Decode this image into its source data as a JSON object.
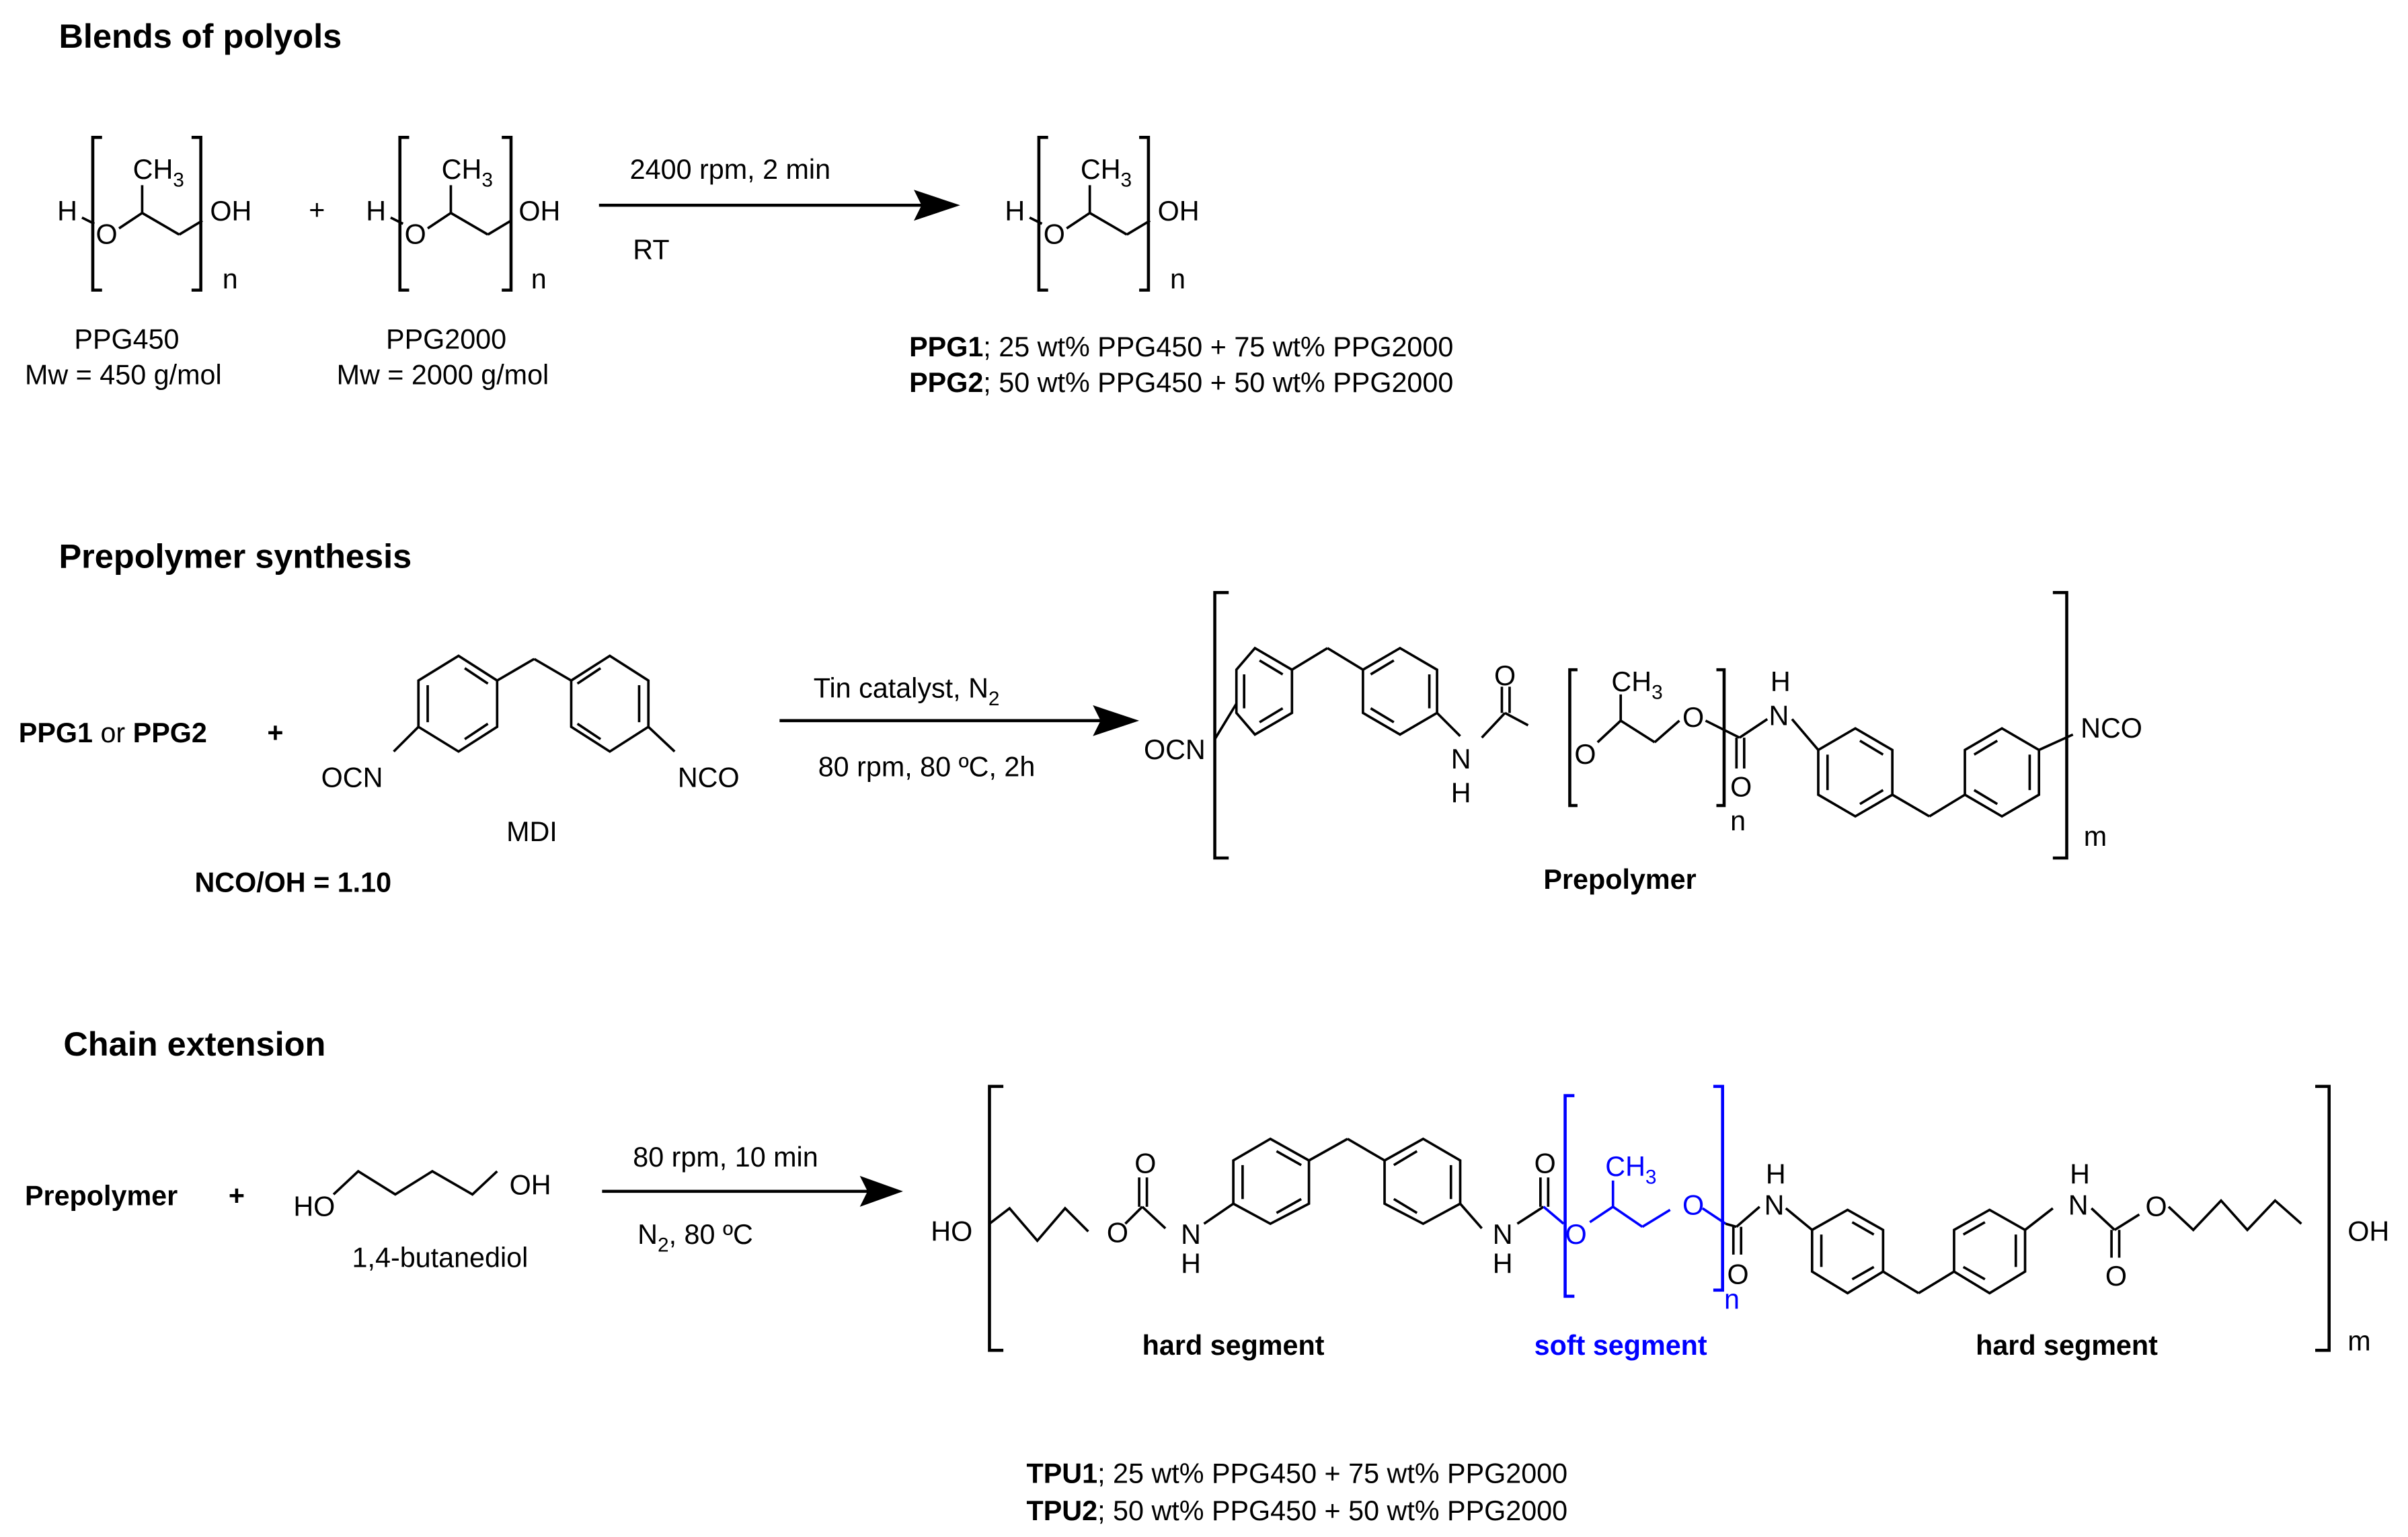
{
  "sections": {
    "blends": {
      "title": "Blends of polyols",
      "plus": "+",
      "reactant1": {
        "left": "H",
        "ch3": "CH",
        "sub3": "3",
        "o": "O",
        "right": "OH",
        "n": "n",
        "name": "PPG450",
        "mw": "Mw = 450 g/mol"
      },
      "reactant2": {
        "left": "H",
        "ch3": "CH",
        "sub3": "3",
        "o": "O",
        "right": "OH",
        "n": "n",
        "name": "PPG2000",
        "mw": "Mw = 2000 g/mol"
      },
      "arrow": {
        "above": "2400 rpm, 2 min",
        "below": "RT"
      },
      "product": {
        "left": "H",
        "ch3": "CH",
        "sub3": "3",
        "o": "O",
        "right": "OH",
        "n": "n"
      },
      "notes": [
        {
          "bold": "PPG1",
          "text": "; 25 wt% PPG450 + 75 wt% PPG2000"
        },
        {
          "bold": "PPG2",
          "text": "; 50 wt% PPG450 + 50 wt% PPG2000"
        }
      ]
    },
    "prepolymer": {
      "title": "Prepolymer synthesis",
      "reactant_a": {
        "bold1": "PPG1",
        "mid": " or ",
        "bold2": "PPG2"
      },
      "plus": "+",
      "mdi": {
        "left": "OCN",
        "right": "NCO",
        "name": "MDI"
      },
      "ratio": "NCO/OH = 1.10",
      "arrow": {
        "above": "Tin catalyst, N",
        "above_sub": "2",
        "below": "80 rpm, 80 ºC, 2h"
      },
      "product": {
        "left": "OCN",
        "right": "NCO",
        "o_top": "O",
        "nh_n": "N",
        "nh_h": "H",
        "ch3": "CH",
        "sub3": "3",
        "o": "O",
        "o2": "O",
        "o_bottom": "O",
        "n": "n",
        "m": "m",
        "label": "Prepolymer"
      }
    },
    "chain": {
      "title": "Chain extension",
      "reactant_a": "Prepolymer",
      "plus": "+",
      "bdo": {
        "left": "HO",
        "right": "OH",
        "name": "1,4-butanediol"
      },
      "arrow": {
        "above": "80 rpm, 10 min",
        "below_n": "N",
        "below_sub": "2",
        "below": ", 80 ºC"
      },
      "product": {
        "left": "HO",
        "right": "OH",
        "o": "O",
        "n_atom": "N",
        "h_atom": "H",
        "ch3": "CH",
        "sub3": "3",
        "n": "n",
        "m": "m",
        "segments": {
          "hard1": "hard segment",
          "soft": "soft segment",
          "hard2": "hard segment"
        }
      },
      "notes": [
        {
          "bold": "TPU1",
          "text": "; 25 wt% PPG450 + 75 wt% PPG2000"
        },
        {
          "bold": "TPU2",
          "text": "; 50 wt% PPG450 + 50 wt% PPG2000"
        }
      ]
    }
  },
  "colors": {
    "soft_segment": "#0000ff",
    "text": "#000000",
    "background": "#ffffff"
  }
}
